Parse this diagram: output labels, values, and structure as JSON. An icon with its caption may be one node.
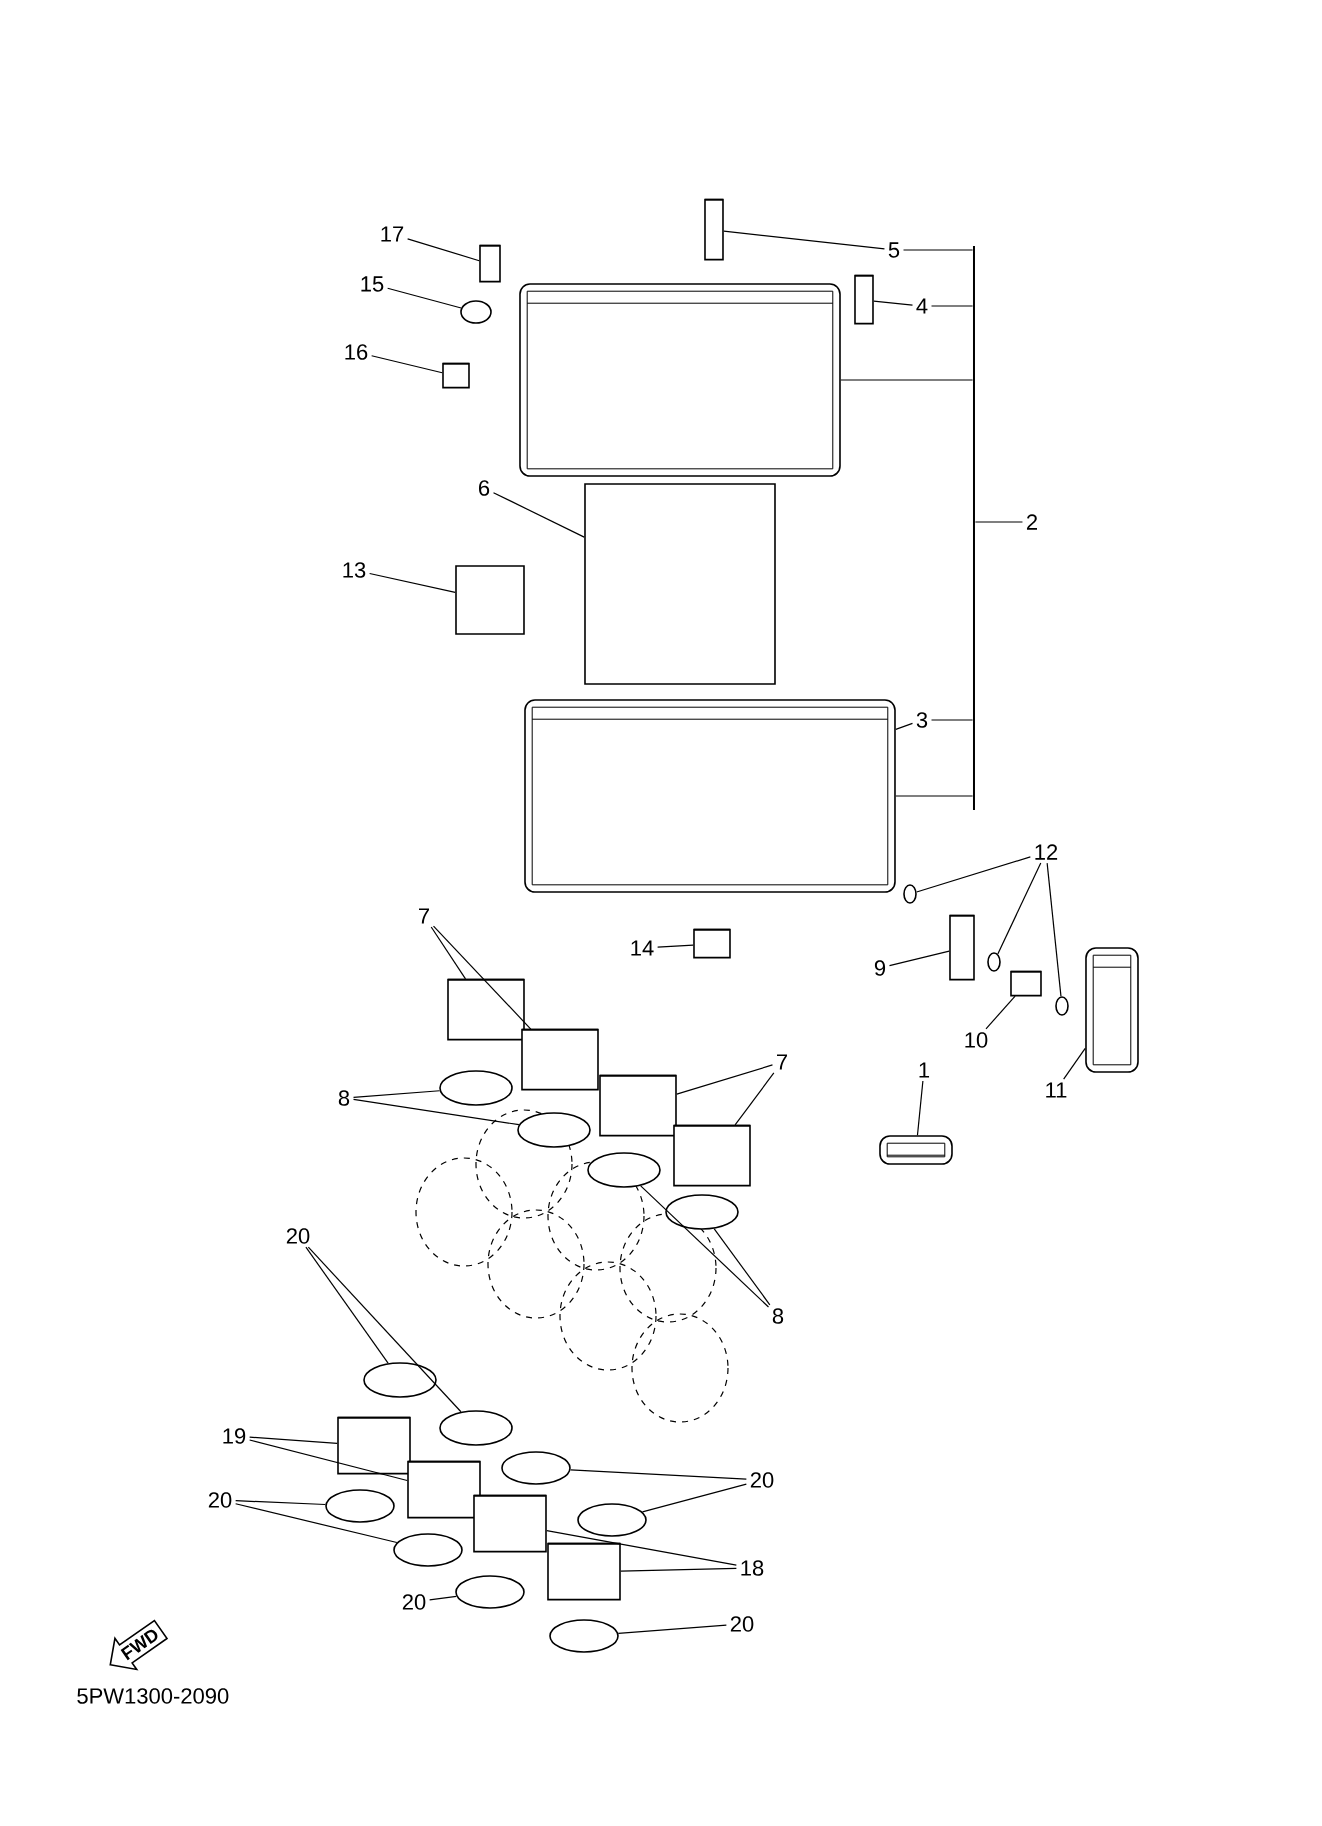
{
  "diagram": {
    "nodes": [
      {
        "text": [
          "17"
        ]
      },
      {
        "text": [
          "15"
        ]
      },
      {
        "text": [
          "16"
        ]
      },
      {
        "text": [
          "5"
        ]
      },
      {
        "text": [
          "4"
        ]
      },
      {
        "text": [
          "6"
        ]
      },
      {
        "text": [
          "2"
        ]
      },
      {
        "text": [
          "13"
        ]
      },
      {
        "text": [
          "3"
        ]
      },
      {
        "text": [
          "12"
        ]
      },
      {
        "text": [
          "14"
        ]
      },
      {
        "text": [
          "9"
        ]
      },
      {
        "text": [
          "10"
        ]
      },
      {
        "text": [
          "11"
        ]
      },
      {
        "text": [
          "1"
        ]
      },
      {
        "text": [
          "7"
        ]
      },
      {
        "text": [
          "7"
        ]
      },
      {
        "text": [
          "8"
        ]
      },
      {
        "text": [
          "8"
        ]
      },
      {
        "text": [
          "20"
        ]
      },
      {
        "text": [
          "19"
        ]
      },
      {
        "text": [
          "20"
        ]
      },
      {
        "text": [
          "20"
        ]
      },
      {
        "text": [
          "18"
        ]
      },
      {
        "text": [
          "20"
        ]
      },
      {
        "text": [
          "20"
        ]
      },
      {
        "text": [],
        "shape": "cylinder"
      },
      {
        "text": [],
        "shape": "circle"
      },
      {
        "text": [],
        "shape": "cylinder"
      },
      {
        "text": [],
        "shape": "cylinder"
      },
      {
        "text": [],
        "shape": "cylinder"
      },
      {
        "text": [],
        "shape": "picture"
      },
      {
        "text": [],
        "shape": "box"
      },
      {
        "text": [],
        "shape": "picture"
      },
      {
        "text": [],
        "shape": "box"
      },
      {
        "text": [],
        "shape": "cylinder"
      },
      {
        "text": [],
        "shape": "circle"
      },
      {
        "text": [],
        "shape": "cylinder"
      },
      {
        "text": [],
        "shape": "circle"
      },
      {
        "text": [],
        "shape": "cylinder"
      },
      {
        "text": [],
        "shape": "circle"
      },
      {
        "text": [],
        "shape": "picture"
      },
      {
        "text": [],
        "shape": "picture"
      },
      {
        "text": [],
        "shape": "cylinder"
      },
      {
        "text": [],
        "shape": "cylinder"
      },
      {
        "text": [],
        "shape": "cylinder"
      },
      {
        "text": [],
        "shape": "cylinder"
      },
      {
        "text": [],
        "shape": "circle"
      },
      {
        "text": [],
        "shape": "circle"
      },
      {
        "text": [],
        "shape": "circle"
      },
      {
        "text": [],
        "shape": "circle"
      },
      {
        "text": [],
        "shape": "circle"
      },
      {
        "text": [],
        "shape": "circle"
      },
      {
        "text": [],
        "shape": "cylinder"
      },
      {
        "text": [],
        "shape": "cylinder"
      },
      {
        "text": [],
        "shape": "circle"
      },
      {
        "text": [],
        "shape": "circle"
      },
      {
        "text": [],
        "shape": "circle"
      },
      {
        "text": [],
        "shape": "circle"
      },
      {
        "text": [],
        "shape": "cylinder"
      },
      {
        "text": [],
        "shape": "cylinder"
      },
      {
        "text": [],
        "shape": "circle"
      },
      {
        "text": [],
        "shape": "circle"
      },
      {
        "text": [],
        "shape": "bar"
      },
      {
        "text": [
          "FWD"
        ]
      }
    ],
    "edges": [
      {
        "from": 0,
        "to": 26,
        "arrow": "none"
      },
      {
        "from": 1,
        "to": 27,
        "arrow": "none"
      },
      {
        "from": 2,
        "to": 28,
        "arrow": "none"
      },
      {
        "from": 3,
        "to": 29,
        "arrow": "none"
      },
      {
        "from": 4,
        "to": 30,
        "arrow": "none"
      },
      {
        "from": 5,
        "to": 32,
        "arrow": "none"
      },
      {
        "from": 6,
        "to": 63,
        "arrow": "none"
      },
      {
        "from": 63,
        "to": 31,
        "arrow": "none"
      },
      {
        "from": 7,
        "to": 34,
        "arrow": "none"
      },
      {
        "from": 8,
        "to": 33,
        "arrow": "none"
      },
      {
        "from": 9,
        "to": 36,
        "arrow": "none"
      },
      {
        "from": 9,
        "to": 38,
        "arrow": "none"
      },
      {
        "from": 9,
        "to": 40,
        "arrow": "none"
      },
      {
        "from": 10,
        "to": 35,
        "arrow": "none"
      },
      {
        "from": 11,
        "to": 37,
        "arrow": "none"
      },
      {
        "from": 12,
        "to": 39,
        "arrow": "none"
      },
      {
        "from": 13,
        "to": 41,
        "arrow": "none"
      },
      {
        "from": 14,
        "to": 42,
        "arrow": "none"
      },
      {
        "from": 15,
        "to": 43,
        "arrow": "none"
      },
      {
        "from": 15,
        "to": 44,
        "arrow": "none"
      },
      {
        "from": 16,
        "to": 45,
        "arrow": "none"
      },
      {
        "from": 16,
        "to": 46,
        "arrow": "none"
      },
      {
        "from": 17,
        "to": 47,
        "arrow": "none"
      },
      {
        "from": 17,
        "to": 48,
        "arrow": "none"
      },
      {
        "from": 18,
        "to": 49,
        "arrow": "none"
      },
      {
        "from": 18,
        "to": 50,
        "arrow": "none"
      },
      {
        "from": 19,
        "to": 51,
        "arrow": "none"
      },
      {
        "from": 19,
        "to": 52,
        "arrow": "none"
      },
      {
        "from": 20,
        "to": 53,
        "arrow": "none"
      },
      {
        "from": 20,
        "to": 54,
        "arrow": "none"
      },
      {
        "from": 21,
        "to": 55,
        "arrow": "none"
      },
      {
        "from": 21,
        "to": 56,
        "arrow": "none"
      },
      {
        "from": 22,
        "to": 57,
        "arrow": "none"
      },
      {
        "from": 22,
        "to": 58,
        "arrow": "none"
      },
      {
        "from": 23,
        "to": 59,
        "arrow": "none"
      },
      {
        "from": 23,
        "to": 60,
        "arrow": "none"
      },
      {
        "from": 24,
        "to": 61,
        "arrow": "none"
      },
      {
        "from": 25,
        "to": 62,
        "arrow": "none"
      },
      {
        "from": 3,
        "to": 63,
        "arrow": "none"
      },
      {
        "from": 4,
        "to": 63,
        "arrow": "none"
      },
      {
        "from": 8,
        "to": 63,
        "arrow": "none"
      },
      {
        "from": 63,
        "to": 33,
        "arrow": "none"
      }
    ],
    "labels": [
      "5PW1300-2090"
    ]
  }
}
